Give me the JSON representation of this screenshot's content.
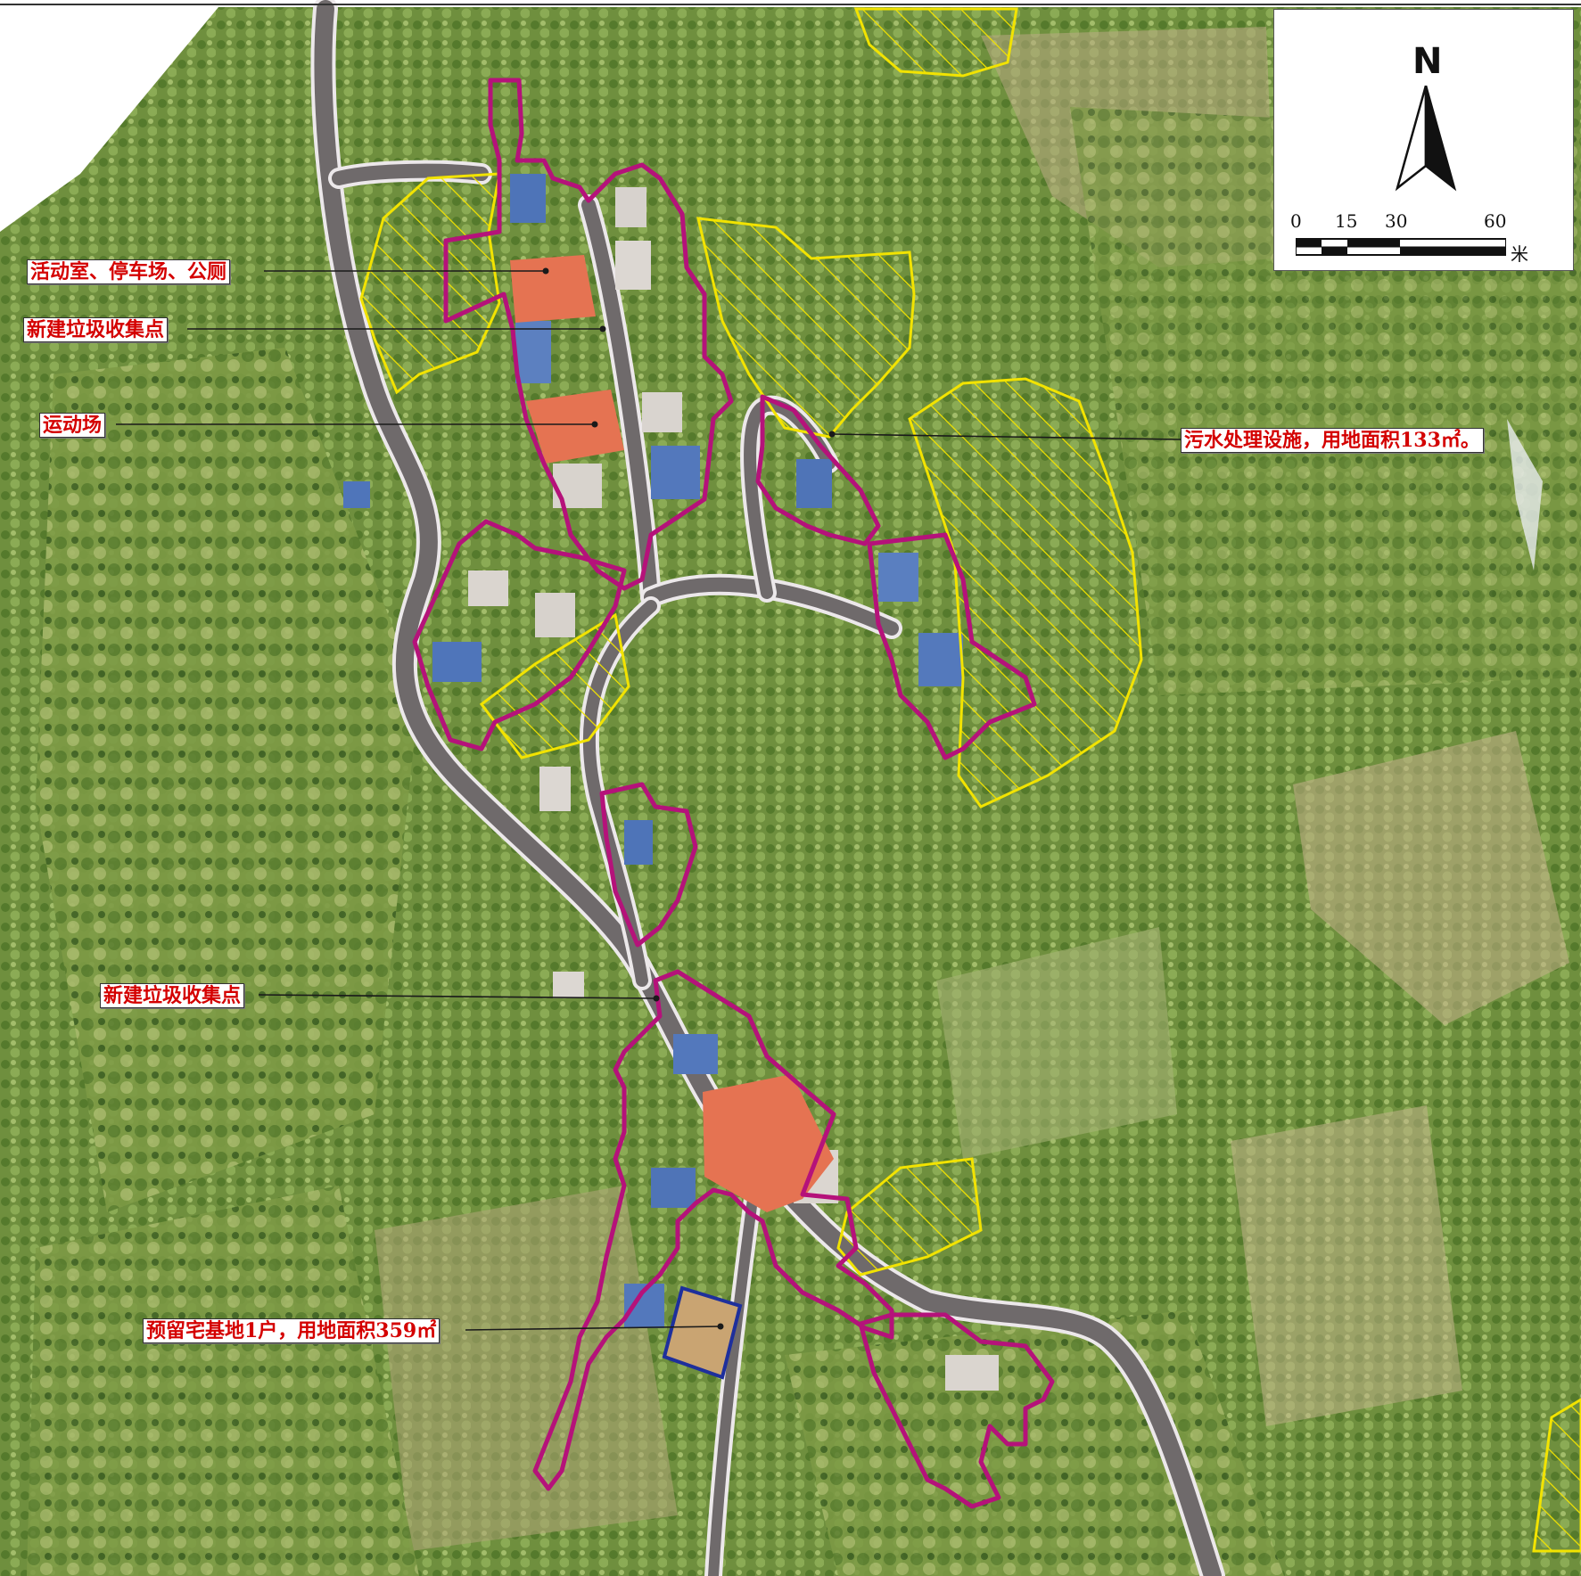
{
  "map": {
    "colors": {
      "boundary": "#b5127a",
      "road": "#6f6a6b",
      "road_edge": "#ece8ea",
      "hatch": "#f2e300",
      "facility_fill": "#e57352",
      "reserve_boundary": "#1e2f9c",
      "forest_dark": "#4a6e2f",
      "forest_light": "#8fae5a",
      "label_text": "#d40000"
    },
    "labels": [
      {
        "id": "activity",
        "text": "活动室、停车场、公厕"
      },
      {
        "id": "garbage1",
        "text": "新建垃圾收集点"
      },
      {
        "id": "sports",
        "text": "运动场"
      },
      {
        "id": "sewage",
        "text": "污水处理设施，用地面积133㎡。"
      },
      {
        "id": "garbage2",
        "text": "新建垃圾收集点"
      },
      {
        "id": "reserve",
        "text": "预留宅基地1户，用地面积359㎡"
      }
    ]
  },
  "legend": {
    "north": "N",
    "scale_ticks": [
      "0",
      "15",
      "30",
      "60"
    ],
    "scale_unit": "米"
  }
}
